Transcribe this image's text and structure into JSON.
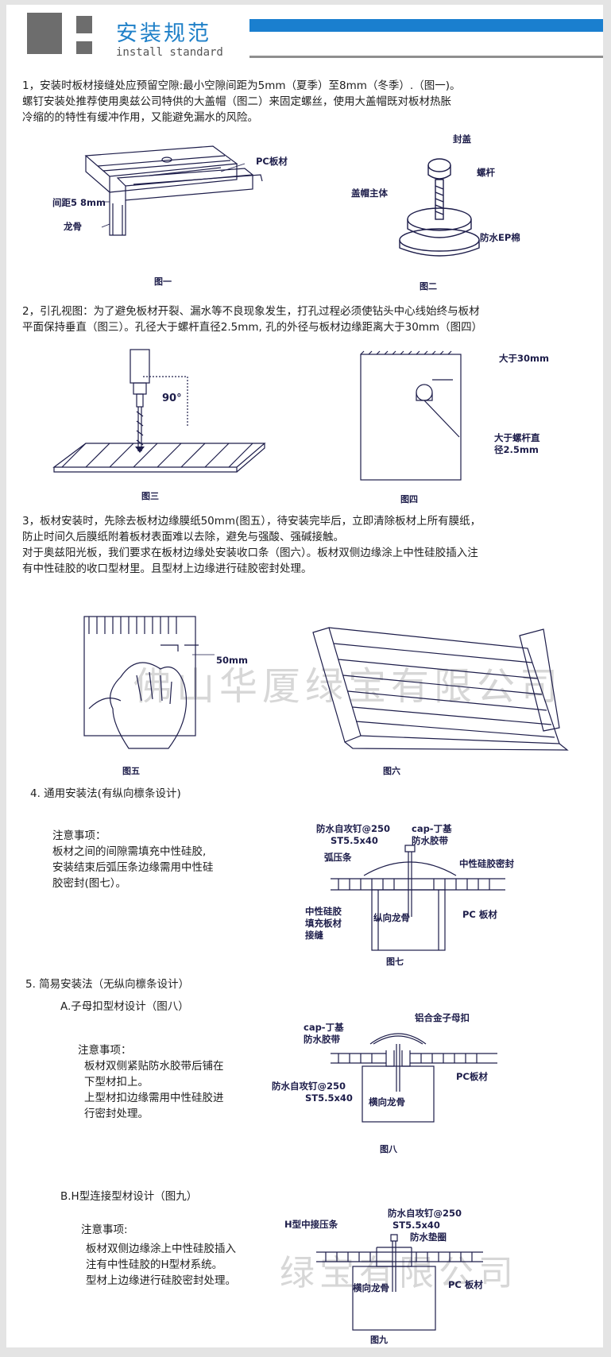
{
  "header": {
    "title_cn": "安装规范",
    "title_en": "install standard"
  },
  "colors": {
    "accent_blue": "#1a7fcf",
    "diagram_ink": "#1d1d4a",
    "logo_gray": "#6d6d6d"
  },
  "section1": {
    "lines": [
      "1，安装时板材接缝处应预留空隙:最小空隙间距为5mm（夏季）至8mm（冬季）.（图一)。",
      "螺钉安装处推荐使用奥兹公司特供的大盖帽（图二）来固定螺丝，使用大盖帽既对板材热胀",
      "冷缩的的特性有缓冲作用，又能避免漏水的风险。"
    ]
  },
  "fig1": {
    "label_pc": "PC板材",
    "label_gap": "间距5 8mm",
    "label_keel": "龙骨",
    "caption": "图一"
  },
  "fig2": {
    "label_cap": "封盖",
    "label_rod": "螺杆",
    "label_body": "盖帽主体",
    "label_ep": "防水EP棉",
    "caption": "图二"
  },
  "section2": {
    "lines": [
      "2，引孔视图：为了避免板材开裂、漏水等不良现象发生，打孔过程必须使钻头中心线始终与板材",
      "平面保持垂直（图三）。孔径大于螺杆直径2.5mm, 孔的外径与板材边缘距离大于30mm（图四）"
    ]
  },
  "fig3": {
    "label_angle": "90°",
    "caption": "图三"
  },
  "fig4": {
    "label_distance": "大于30mm",
    "label_diameter_lines": [
      "大于螺杆直",
      "径2.5mm"
    ],
    "caption": "图四"
  },
  "section3": {
    "lines": [
      "3，板材安装时，先除去板材边缘膜纸50mm(图五），待安装完毕后，立即清除板材上所有膜纸，",
      "防止时间久后膜纸附着板材表面难以去除，避免与强酸、强碱接触。",
      "对于奥兹阳光板，我们要求在板材边缘处安装收口条（图六）。板材双侧边缘涂上中性硅胶插入注",
      "有中性硅胶的收口型材里。且型材上边缘进行硅胶密封处理。"
    ]
  },
  "fig5": {
    "label_50": "50mm",
    "caption": "图五"
  },
  "fig6": {
    "caption": "图六"
  },
  "watermark": {
    "text1": "佛山华厦绿宝有限公司",
    "text2": "绿宝有限公司"
  },
  "section4": {
    "heading": "4.  通用安装法(有纵向檩条设计)",
    "note_title": "注意事项：",
    "note_lines": [
      "板材之间的间隙需填充中性硅胶,",
      "安装结束后弧压条边缘需用中性硅",
      "胶密封(图七）。"
    ]
  },
  "fig7": {
    "label_screw": "防水自攻钉@250",
    "label_spec": "ST5.5x40",
    "label_capding": "cap-丁基",
    "label_tape": "防水胶带",
    "label_arc": "弧压条",
    "label_silicone_seal": "中性硅胶密封",
    "label_fill_lines": [
      "中性硅胶",
      "填充板材",
      "接缝"
    ],
    "label_keel": "纵向龙骨",
    "label_pc": "PC 板材",
    "caption": "图七"
  },
  "section5": {
    "heading": "5.  简易安装法（无纵向檩条设计）",
    "subA_heading": "A.子母扣型材设计（图八）",
    "subA_note_title": "注意事项：",
    "subA_note_lines": [
      "板材双侧紧贴防水胶带后铺在",
      "下型材扣上。",
      "上型材扣边缘需用中性硅胶进",
      "行密封处理。"
    ],
    "subB_heading": "B.H型连接型材设计（图九）",
    "subB_note_title": "注意事项:",
    "subB_note_lines": [
      "板材双侧边缘涂上中性硅胶插入",
      "注有中性硅胶的H型材系统。",
      "型材上边缘进行硅胶密封处理。"
    ]
  },
  "fig8": {
    "label_capding": "cap-丁基",
    "label_tape": "防水胶带",
    "label_alu": "铝合金子母扣",
    "label_pc": "PC板材",
    "label_screw": "防水自攻钉@250",
    "label_spec": "ST5.5x40",
    "label_keel": "横向龙骨",
    "caption": "图八"
  },
  "fig9": {
    "label_h": "H型中接压条",
    "label_screw": "防水自攻钉@250",
    "label_spec": "ST5.5x40",
    "label_pad": "防水垫圈",
    "label_keel": "横向龙骨",
    "label_pc": "PC 板材",
    "caption": "图九"
  }
}
